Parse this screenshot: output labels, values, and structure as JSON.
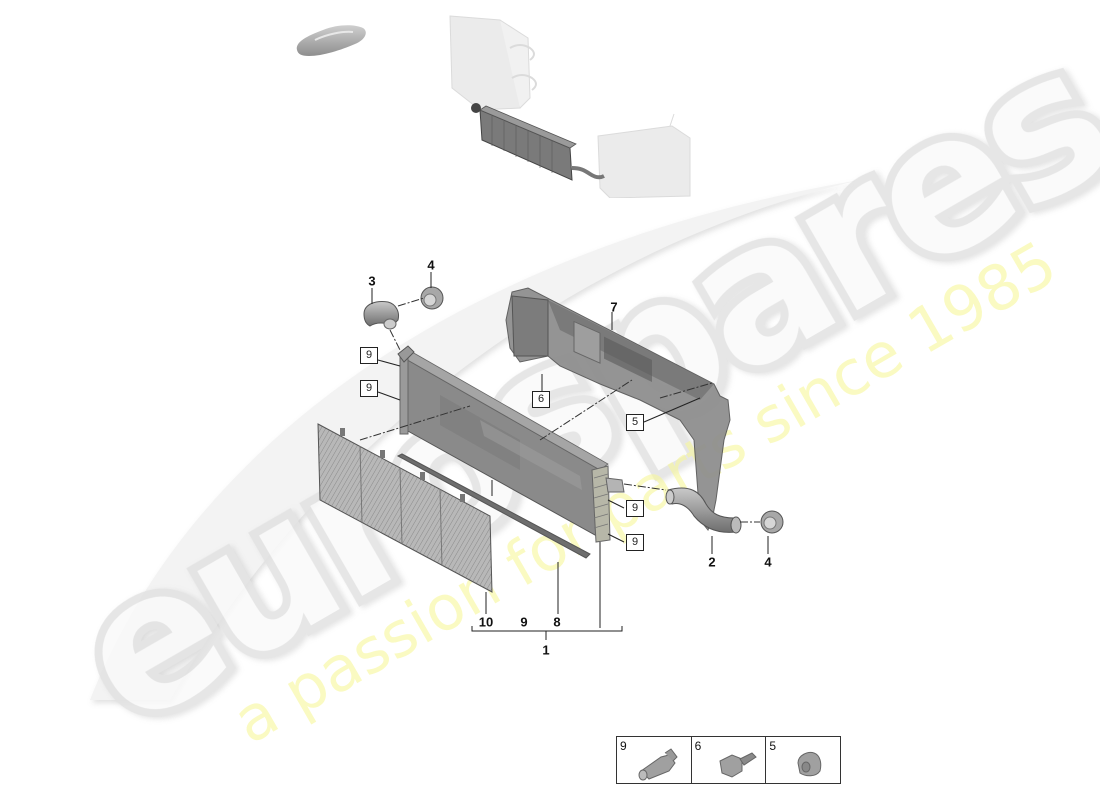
{
  "diagram": {
    "type": "exploded-parts-diagram",
    "subject": "radiator assembly",
    "watermark": {
      "brand": "eurospares",
      "tagline": "a passion for parts since 1985",
      "brand_color": "#e6e6e6",
      "tagline_color": "#f5f596"
    },
    "callouts": [
      {
        "id": "c3",
        "label": "3",
        "style": "bold"
      },
      {
        "id": "c4a",
        "label": "4",
        "style": "bold"
      },
      {
        "id": "c7",
        "label": "7",
        "style": "bold"
      },
      {
        "id": "c2",
        "label": "2",
        "style": "bold"
      },
      {
        "id": "c4b",
        "label": "4",
        "style": "bold"
      },
      {
        "id": "c10",
        "label": "10",
        "style": "bold"
      },
      {
        "id": "c9",
        "label": "9",
        "style": "bold"
      },
      {
        "id": "c8",
        "label": "8",
        "style": "bold"
      },
      {
        "id": "c1",
        "label": "1",
        "style": "bold"
      }
    ],
    "boxed_callouts": [
      {
        "id": "b9a",
        "label": "9"
      },
      {
        "id": "b9b",
        "label": "9"
      },
      {
        "id": "b6",
        "label": "6"
      },
      {
        "id": "b5",
        "label": "5"
      },
      {
        "id": "b9c",
        "label": "9"
      },
      {
        "id": "b9d",
        "label": "9"
      }
    ],
    "legend": [
      {
        "label": "9",
        "part": "connector-fitting"
      },
      {
        "label": "6",
        "part": "bleed-valve"
      },
      {
        "label": "5",
        "part": "grommet"
      }
    ],
    "parts": [
      {
        "number": "1",
        "name": "radiator assembly (group of 8, 9, 10)"
      },
      {
        "number": "2",
        "name": "coolant hose right"
      },
      {
        "number": "3",
        "name": "coolant hose elbow left"
      },
      {
        "number": "4",
        "name": "hose connector"
      },
      {
        "number": "5",
        "name": "grommet"
      },
      {
        "number": "6",
        "name": "bleed screw"
      },
      {
        "number": "7",
        "name": "air duct / shroud"
      },
      {
        "number": "8",
        "name": "seal strip"
      },
      {
        "number": "9",
        "name": "connector fitting"
      },
      {
        "number": "10",
        "name": "protective grille"
      }
    ]
  }
}
